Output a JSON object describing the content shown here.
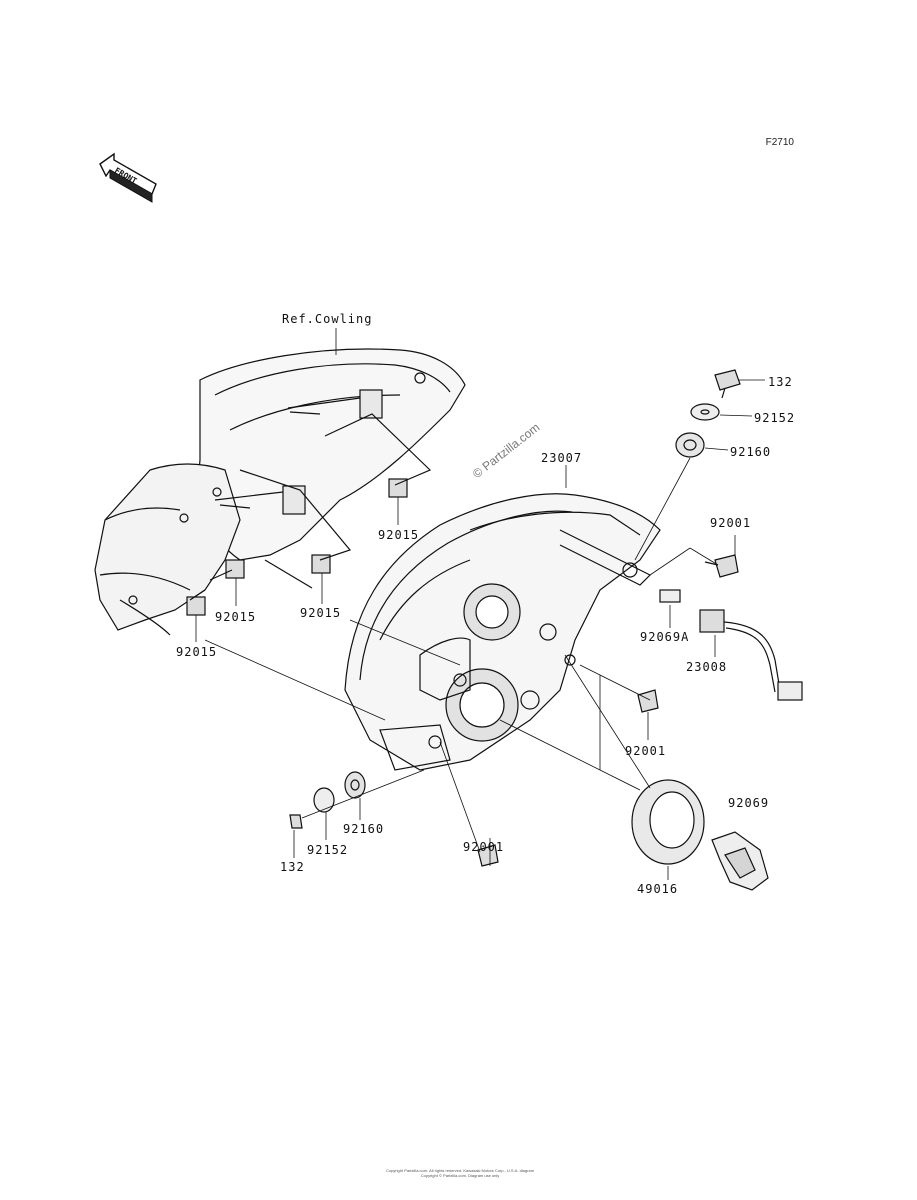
{
  "diagram_code": "F2710",
  "front_label": "FRONT",
  "watermark": "© Partzilla.com",
  "ref_label": "Ref.Cowling",
  "part_labels": {
    "p23007": "23007",
    "p132_top": "132",
    "p92152_top": "92152",
    "p92160_top": "92160",
    "p92001_right": "92001",
    "p92069A": "92069A",
    "p23008": "23008",
    "p92001_mid": "92001",
    "p92069": "92069",
    "p49016": "49016",
    "p92001_bottom": "92001",
    "p92160_bottom": "92160",
    "p92152_bottom": "92152",
    "p132_bottom": "132",
    "p92015_a": "92015",
    "p92015_b": "92015",
    "p92015_c": "92015",
    "p92015_d": "92015"
  },
  "footer_lines": [
    "Copyright Partzilla.com. All rights reserved. Kawasaki Motors Corp., U.S.A. diagram",
    "Copyright © Partzilla.com. Diagram use only"
  ],
  "colors": {
    "ink": "#111111",
    "paper": "#ffffff",
    "shade": "#cfcfcf"
  }
}
